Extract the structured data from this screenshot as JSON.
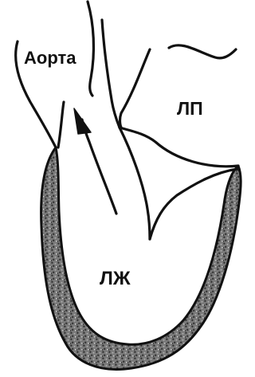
{
  "diagram": {
    "labels": {
      "aorta": "Аорта",
      "left_atrium": "ЛП",
      "left_ventricle": "ЛЖ"
    },
    "colors": {
      "line": "#111111",
      "background": "#ffffff",
      "myocardium_fill": "#7a7a7a",
      "myocardium_speckle": "#2a2a2a"
    }
  }
}
